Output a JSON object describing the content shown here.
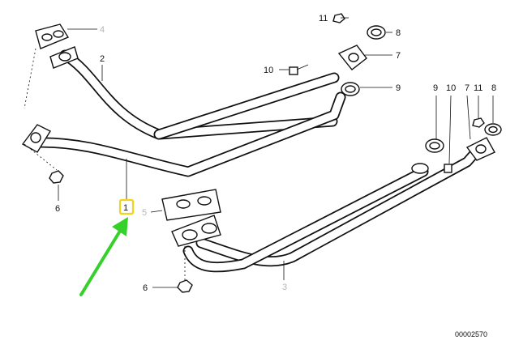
{
  "diagram": {
    "callouts": {
      "c1": "1",
      "c2": "2",
      "c3": "3",
      "c4": "4",
      "c5": "5",
      "c6_left": "6",
      "c6_bottom": "6",
      "c7_top": "7",
      "c7_right": "7",
      "c8_top": "8",
      "c8_right": "8",
      "c9_top": "9",
      "c9_right": "9",
      "c10_top": "10",
      "c10_right": "10",
      "c11_top": "11",
      "c11_right": "11"
    },
    "diagram_id": "00002570"
  },
  "colors": {
    "line": "#111111",
    "muted_callout": "#b5b5b5",
    "highlight_box": "#f2d21b",
    "arrow": "#35d12a"
  }
}
